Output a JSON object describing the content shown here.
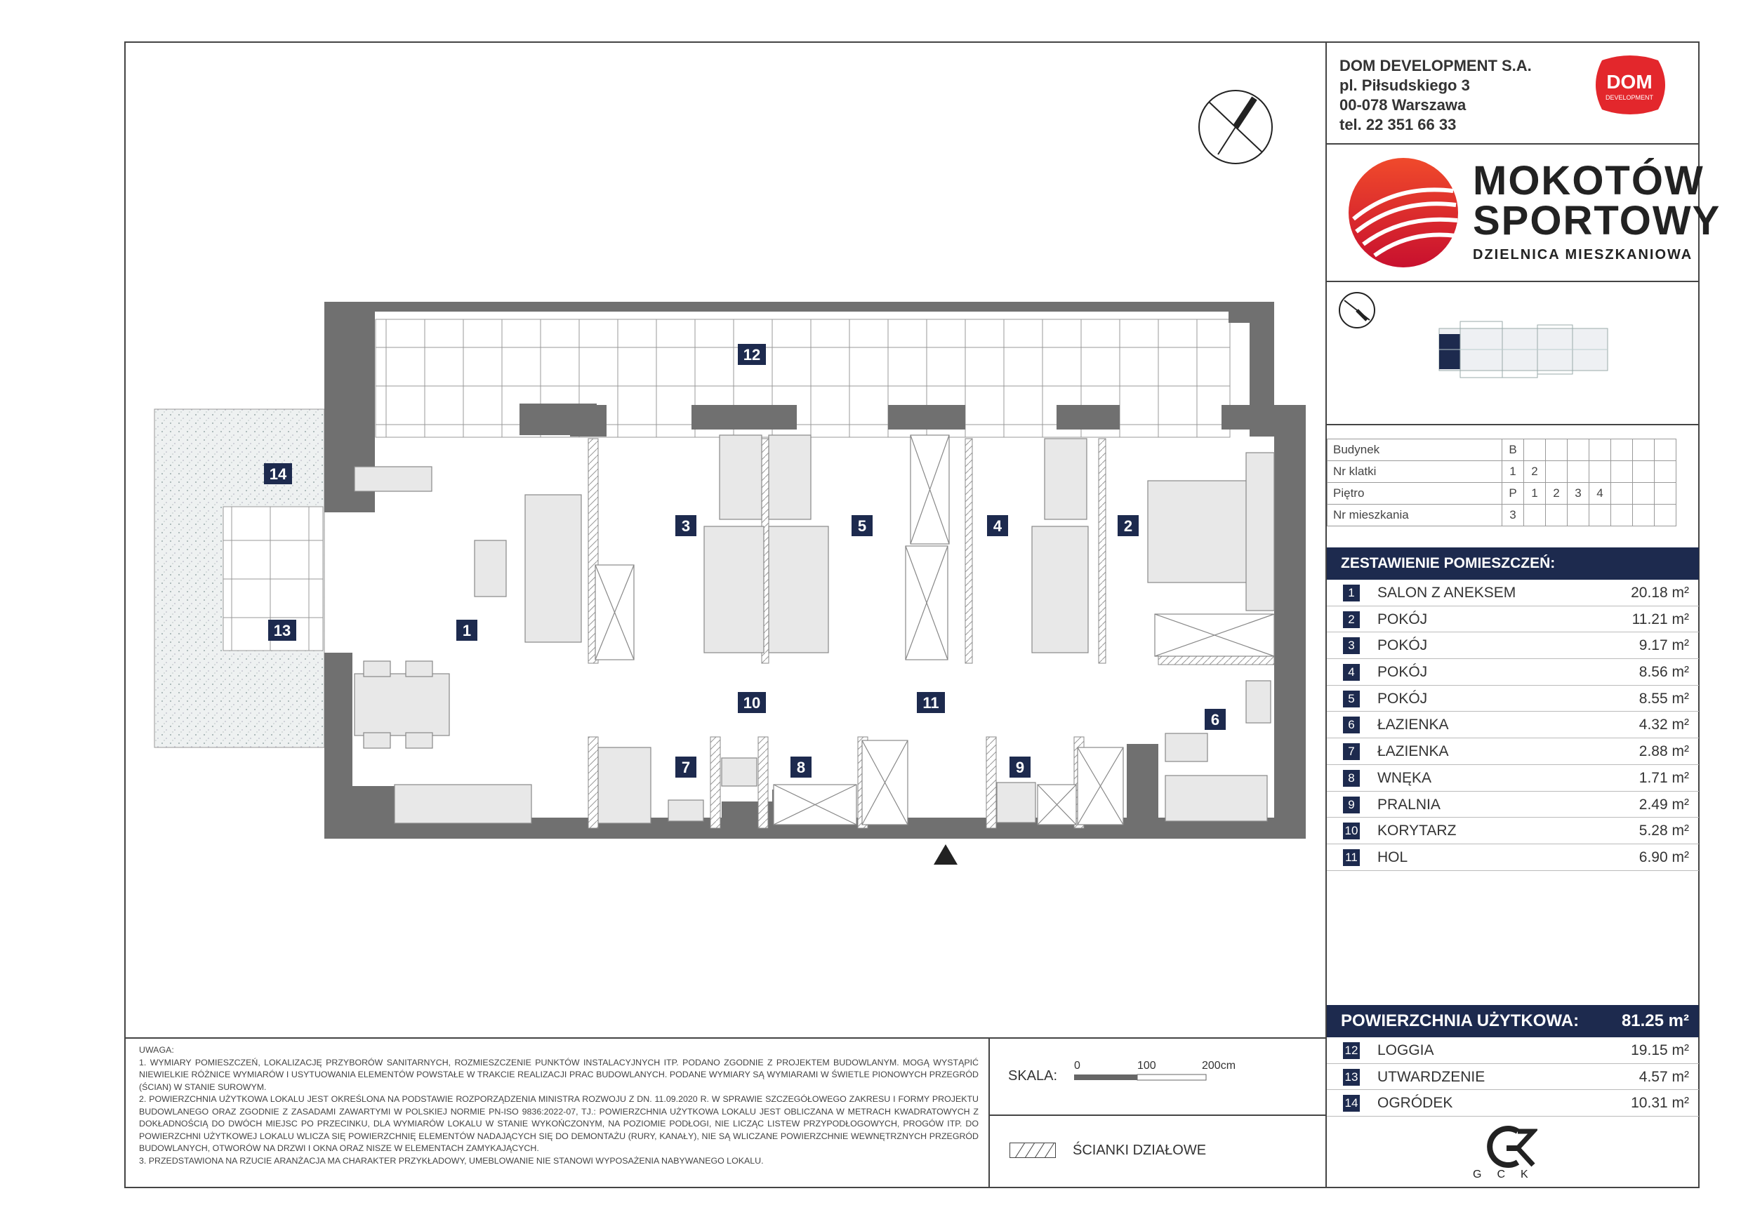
{
  "company": {
    "name": "DOM DEVELOPMENT S.A.",
    "address1": "pl. Piłsudskiego 3",
    "address2": "00-078 Warszawa",
    "phone": "tel. 22 351 66 33",
    "logo_text": "DOM",
    "logo_sub": "DEVELOPMENT"
  },
  "brand": {
    "line1": "MOKOTÓW",
    "line2": "SPORTOWY",
    "sub": "DZIELNICA MIESZKANIOWA"
  },
  "info": {
    "budynek_label": "Budynek",
    "budynek_value": "B",
    "klatka_label": "Nr klatki",
    "klatki": [
      "1",
      "2"
    ],
    "pietro_label": "Piętro",
    "pietra": [
      "P",
      "1",
      "2",
      "3",
      "4"
    ],
    "mieszkanie_label": "Nr mieszkania",
    "mieszkanie_value": "3"
  },
  "rooms_header": "ZESTAWIENIE POMIESZCZEŃ:",
  "rooms": [
    {
      "num": "1",
      "name": "SALON Z ANEKSEM",
      "area": "20.18 m²"
    },
    {
      "num": "2",
      "name": "POKÓJ",
      "area": "11.21 m²"
    },
    {
      "num": "3",
      "name": "POKÓJ",
      "area": "9.17 m²"
    },
    {
      "num": "4",
      "name": "POKÓJ",
      "area": "8.56 m²"
    },
    {
      "num": "5",
      "name": "POKÓJ",
      "area": "8.55 m²"
    },
    {
      "num": "6",
      "name": "ŁAZIENKA",
      "area": "4.32 m²"
    },
    {
      "num": "7",
      "name": "ŁAZIENKA",
      "area": "2.88 m²"
    },
    {
      "num": "8",
      "name": "WNĘKA",
      "area": "1.71 m²"
    },
    {
      "num": "9",
      "name": "PRALNIA",
      "area": "2.49 m²"
    },
    {
      "num": "10",
      "name": "KORYTARZ",
      "area": "5.28 m²"
    },
    {
      "num": "11",
      "name": "HOL",
      "area": "6.90 m²"
    }
  ],
  "total": {
    "label": "POWIERZCHNIA UŻYTKOWA:",
    "value": "81.25 m²"
  },
  "extras": [
    {
      "num": "12",
      "name": "LOGGIA",
      "area": "19.15 m²"
    },
    {
      "num": "13",
      "name": "UTWARDZENIE",
      "area": "4.57 m²"
    },
    {
      "num": "14",
      "name": "OGRÓDEK",
      "area": "10.31 m²"
    }
  ],
  "notes": {
    "title": "UWAGA:",
    "n1": "1.  WYMIARY POMIESZCZEŃ, LOKALIZACJĘ PRZYBORÓW SANITARNYCH, ROZMIESZCZENIE PUNKTÓW INSTALACYJNYCH ITP. PODANO ZGODNIE Z PROJEKTEM BUDOWLANYM. MOGĄ WYSTĄPIĆ NIEWIELKIE RÓŻNICE WYMIARÓW I USYTUOWANIA ELEMENTÓW POWSTAŁE W TRAKCIE REALIZACJI PRAC BUDOWLANYCH. PODANE WYMIARY SĄ WYMIARAMI W ŚWIETLE PIONOWYCH PRZEGRÓD (ŚCIAN) W STANIE SUROWYM.",
    "n2": "2.  POWIERZCHNIA UŻYTKOWA LOKALU JEST OKREŚLONA NA PODSTAWIE ROZPORZĄDZENIA MINISTRA ROZWOJU Z DN. 11.09.2020 R. W SPRAWIE SZCZEGÓŁOWEGO ZAKRESU I FORMY PROJEKTU BUDOWLANEGO ORAZ ZGODNIE Z ZASADAMI ZAWARTYMI W POLSKIEJ NORMIE PN-ISO 9836:2022-07, TJ.: POWIERZCHNIA UŻYTKOWA LOKALU JEST OBLICZANA W METRACH KWADRATOWYCH Z DOKŁADNOŚCIĄ DO DWÓCH MIEJSC PO PRZECINKU, DLA WYMIARÓW LOKALU W STANIE WYKOŃCZONYM, NA POZIOMIE PODŁOGI, NIE LICZĄC LISTEW PRZYPODŁOGOWYCH, PROGÓW ITP. DO POWIERZCHNI UŻYTKOWEJ LOKALU WLICZA SIĘ POWIERZCHNIĘ ELEMENTÓW NADAJĄCYCH SIĘ DO DEMONTAŻU (RURY, KANAŁY), NIE SĄ WLICZANE POWIERZCHNIE WEWNĘTRZNYCH PRZEGRÓD BUDOWLANYCH, OTWORÓW NA DRZWI I OKNA ORAZ NISZE W ELEMENTACH ZAMYKAJĄCYCH.",
    "n3": "3.  PRZEDSTAWIONA NA RZUCIE ARANŻACJA MA CHARAKTER PRZYKŁADOWY, UMEBLOWANIE NIE STANOWI WYPOSAŻENIA NABYWANEGO LOKALU."
  },
  "scale": {
    "label": "SKALA:",
    "t0": "0",
    "t1": "100",
    "t2": "200cm"
  },
  "legend": {
    "label": "ŚCIANKI DZIAŁOWE"
  },
  "gck": {
    "text": "GCK"
  },
  "plan_labels": {
    "r1": "1",
    "r2": "2",
    "r3": "3",
    "r4": "4",
    "r5": "5",
    "r6": "6",
    "r7": "7",
    "r8": "8",
    "r9": "9",
    "r10": "10",
    "r11": "11",
    "r12": "12",
    "r13": "13",
    "r14": "14"
  },
  "colors": {
    "navy": "#1d2a4e",
    "wall": "#707070",
    "brand_red": "#e3272c"
  }
}
